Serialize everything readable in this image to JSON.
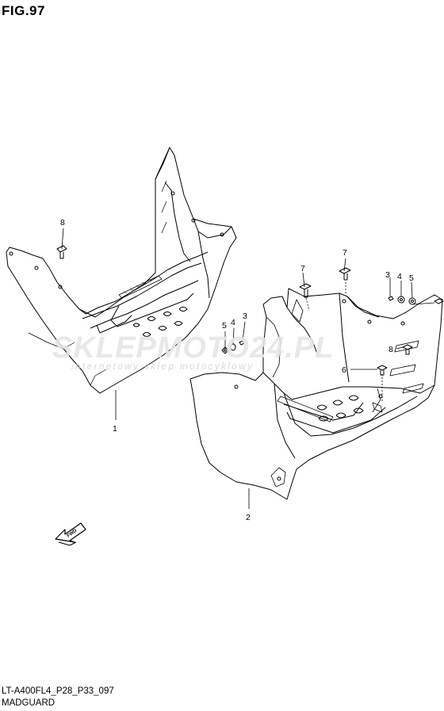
{
  "figure": {
    "title": "FIG.97"
  },
  "footer": {
    "code": "LT-A400FL4_P28_P33_097",
    "name": "MADGUARD"
  },
  "watermark": {
    "site": "SKLEPMOTO24.PL",
    "tagline": "internetowy sklep motocyklowy"
  },
  "arrow": {
    "label": "FWD"
  },
  "parts": {
    "p1": "1",
    "p2": "2",
    "p3a": "3",
    "p3b": "3",
    "p4a": "4",
    "p4b": "4",
    "p5a": "5",
    "p5b": "5",
    "p6": "6",
    "p7a": "7",
    "p7b": "7",
    "p8a": "8",
    "p8b": "8"
  }
}
